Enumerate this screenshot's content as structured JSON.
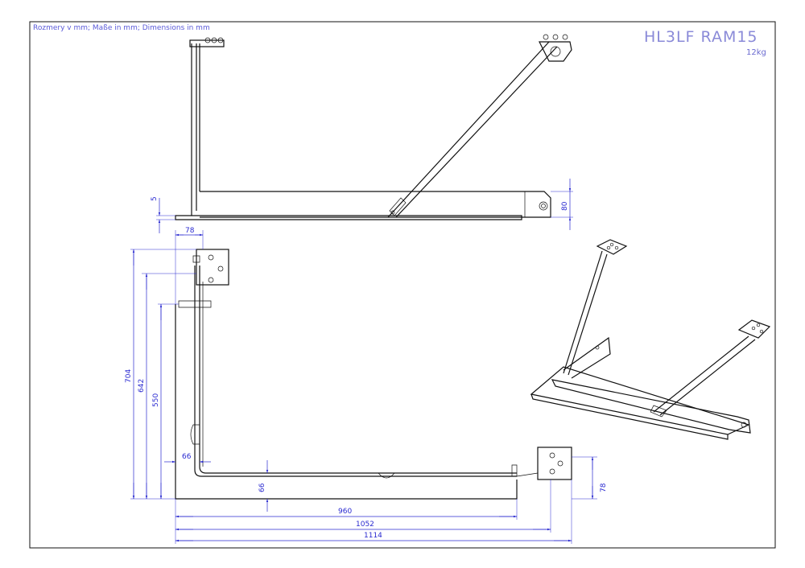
{
  "header": {
    "units_note": "Rozmery v mm; Maße in mm; Dimensions in mm",
    "model": "HL3LF RAM15",
    "weight": "12kg"
  },
  "side_view_dims": {
    "d5": "5",
    "d80": "80"
  },
  "top_view_dims": {
    "d78_top": "78",
    "d704": "704",
    "d642": "642",
    "d550": "550",
    "d66_left": "66",
    "d66_bottom": "66",
    "d78_right": "78",
    "d960": "960",
    "d1052": "1052",
    "d1114": "1114"
  }
}
